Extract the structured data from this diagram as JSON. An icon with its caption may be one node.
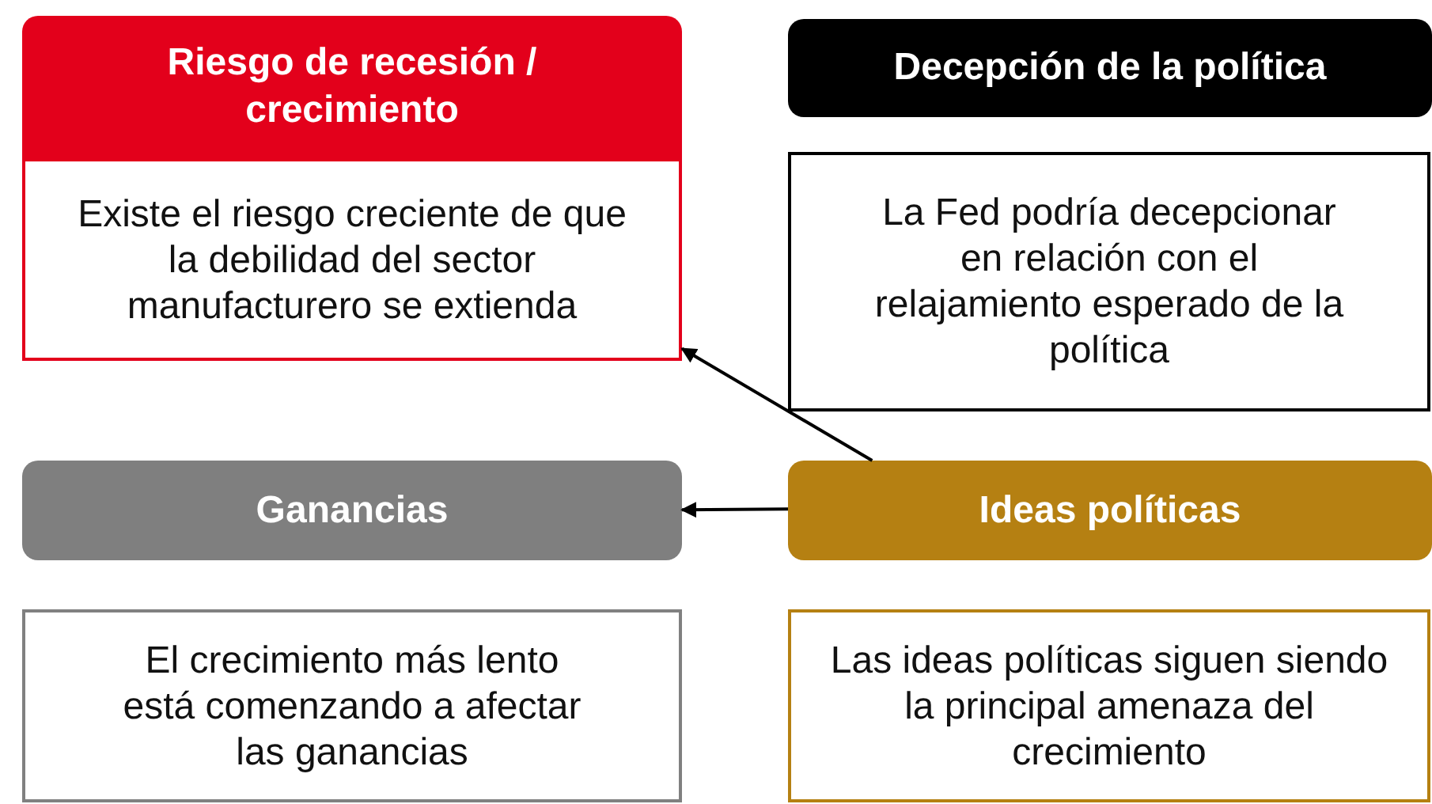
{
  "diagram": {
    "nodes": [
      {
        "text": [
          "Riesgo de recesión / crecimiento"
        ]
      },
      {
        "text": [
          "Existe el riesgo creciente de que la debilidad del sector manufacturero se extienda"
        ]
      },
      {
        "text": [
          "Decepción de la política"
        ]
      },
      {
        "text": [
          "La Fed podría decepcionar en relación con el relajamiento esperado de la política"
        ]
      },
      {
        "text": [
          "Ganancias"
        ]
      },
      {
        "text": [
          "Ideas políticas"
        ]
      },
      {
        "text": [
          "El crecimiento más lento está comenzando a afectar las ganancias"
        ]
      },
      {
        "text": [
          "Las ideas políticas siguen siendo la principal amenaza del crecimiento"
        ]
      }
    ],
    "edges": [
      {
        "from": 5,
        "to": 1,
        "arrow": "to"
      },
      {
        "from": 5,
        "to": 4,
        "arrow": "to"
      }
    ]
  }
}
